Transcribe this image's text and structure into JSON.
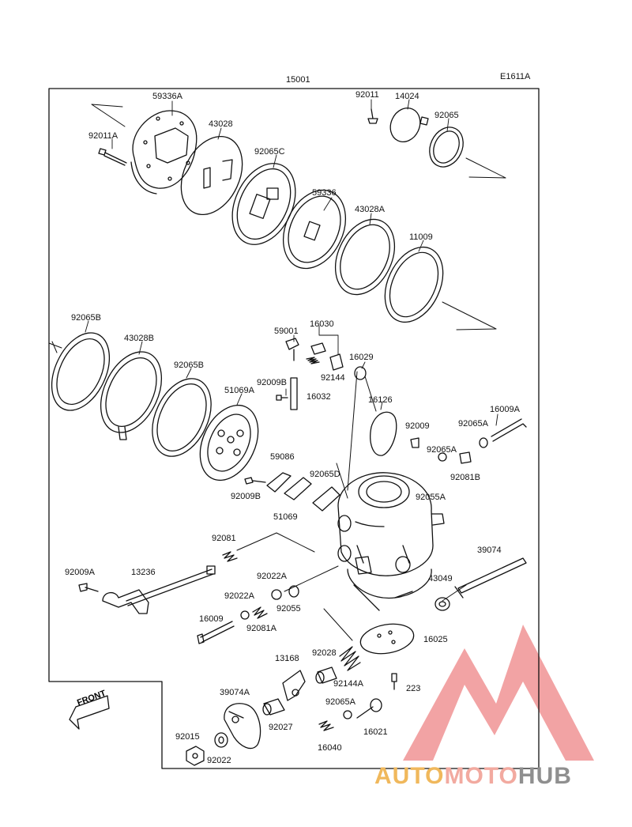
{
  "diagram": {
    "code": "E1611A",
    "assembly_number": "15001",
    "front_label": "FRONT",
    "parts": [
      {
        "id": "p1",
        "label": "59336A"
      },
      {
        "id": "p2",
        "label": "43028"
      },
      {
        "id": "p3",
        "label": "92065C"
      },
      {
        "id": "p4",
        "label": "92011A"
      },
      {
        "id": "p5",
        "label": "92011"
      },
      {
        "id": "p6",
        "label": "14024"
      },
      {
        "id": "p7",
        "label": "92065"
      },
      {
        "id": "p8",
        "label": "59336"
      },
      {
        "id": "p9",
        "label": "43028A"
      },
      {
        "id": "p10",
        "label": "11009"
      },
      {
        "id": "p11",
        "label": "92065B"
      },
      {
        "id": "p12",
        "label": "43028B"
      },
      {
        "id": "p13",
        "label": "92065B"
      },
      {
        "id": "p14",
        "label": "51069A"
      },
      {
        "id": "p15",
        "label": "59001"
      },
      {
        "id": "p16",
        "label": "16030"
      },
      {
        "id": "p17",
        "label": "92144"
      },
      {
        "id": "p18",
        "label": "16029"
      },
      {
        "id": "p19",
        "label": "92009B"
      },
      {
        "id": "p20",
        "label": "16032"
      },
      {
        "id": "p21",
        "label": "16126"
      },
      {
        "id": "p22",
        "label": "92009"
      },
      {
        "id": "p23",
        "label": "16009A"
      },
      {
        "id": "p24",
        "label": "92065A"
      },
      {
        "id": "p25",
        "label": "92065A"
      },
      {
        "id": "p26",
        "label": "92081B"
      },
      {
        "id": "p27",
        "label": "59086"
      },
      {
        "id": "p28",
        "label": "92065D"
      },
      {
        "id": "p29",
        "label": "92009B"
      },
      {
        "id": "p30",
        "label": "92055A"
      },
      {
        "id": "p31",
        "label": "51069"
      },
      {
        "id": "p32",
        "label": "92081"
      },
      {
        "id": "p33",
        "label": "39074"
      },
      {
        "id": "p34",
        "label": "92009A"
      },
      {
        "id": "p35",
        "label": "13236"
      },
      {
        "id": "p36",
        "label": "92022A"
      },
      {
        "id": "p37",
        "label": "92022A"
      },
      {
        "id": "p38",
        "label": "92055"
      },
      {
        "id": "p39",
        "label": "43049"
      },
      {
        "id": "p40",
        "label": "16009"
      },
      {
        "id": "p41",
        "label": "92081A"
      },
      {
        "id": "p42",
        "label": "16025"
      },
      {
        "id": "p43",
        "label": "92028"
      },
      {
        "id": "p44",
        "label": "13168"
      },
      {
        "id": "p45",
        "label": "92144A"
      },
      {
        "id": "p46",
        "label": "223"
      },
      {
        "id": "p47",
        "label": "39074A"
      },
      {
        "id": "p48",
        "label": "92065A"
      },
      {
        "id": "p49",
        "label": "92027"
      },
      {
        "id": "p50",
        "label": "16021"
      },
      {
        "id": "p51",
        "label": "92015"
      },
      {
        "id": "p52",
        "label": "92022"
      },
      {
        "id": "p53",
        "label": "16040"
      }
    ]
  },
  "watermark": {
    "part1": "AUTO",
    "part2": "MOTO",
    "part3": "HUB",
    "colors": {
      "auto": "#f0b85c",
      "moto": "#f2aaa0",
      "hub": "#8f8f8f",
      "triangle": "#e8585a"
    }
  }
}
